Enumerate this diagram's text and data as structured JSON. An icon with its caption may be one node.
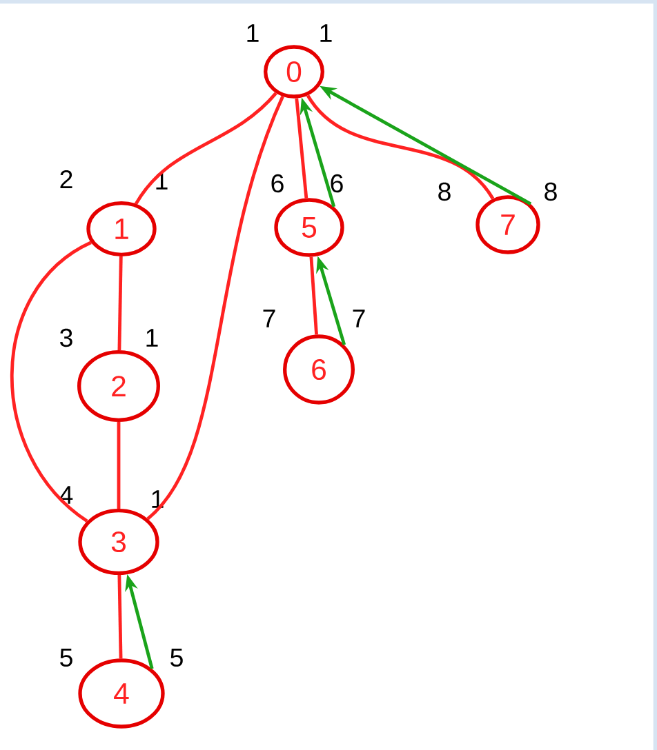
{
  "diagram": {
    "nodes": [
      {
        "text": [
          "0"
        ],
        "beside": [
          "1",
          "1"
        ]
      },
      {
        "text": [
          "1"
        ],
        "beside": [
          "2",
          "1"
        ]
      },
      {
        "text": [
          "2"
        ],
        "beside": [
          "3",
          "1"
        ]
      },
      {
        "text": [
          "3"
        ],
        "beside": [
          "4",
          "1"
        ]
      },
      {
        "text": [
          "4"
        ],
        "beside": [
          "5",
          "5"
        ]
      },
      {
        "text": [
          "5"
        ],
        "beside": [
          "6",
          "6"
        ]
      },
      {
        "text": [
          "6"
        ],
        "beside": [
          "7",
          "7"
        ]
      },
      {
        "text": [
          "7"
        ],
        "beside": [
          "8",
          "8"
        ]
      }
    ],
    "edges": [
      {
        "from": 0,
        "to": 1,
        "arrow": "none"
      },
      {
        "from": 0,
        "to": 3,
        "arrow": "none"
      },
      {
        "from": 0,
        "to": 5,
        "arrow": "none"
      },
      {
        "from": 0,
        "to": 7,
        "arrow": "none"
      },
      {
        "from": 1,
        "to": 2,
        "arrow": "none"
      },
      {
        "from": 1,
        "to": 3,
        "arrow": "none"
      },
      {
        "from": 2,
        "to": 3,
        "arrow": "none"
      },
      {
        "from": 3,
        "to": 4,
        "arrow": "none"
      },
      {
        "from": 5,
        "to": 6,
        "arrow": "none"
      },
      {
        "from": 5,
        "to": 0,
        "arrow": "to",
        "color": "#1aa31a"
      },
      {
        "from": 7,
        "to": 0,
        "arrow": "to",
        "color": "#1aa31a"
      },
      {
        "from": 6,
        "to": 5,
        "arrow": "to",
        "color": "#1aa31a"
      },
      {
        "from": 4,
        "to": 3,
        "arrow": "to",
        "color": "#1aa31a"
      }
    ]
  }
}
